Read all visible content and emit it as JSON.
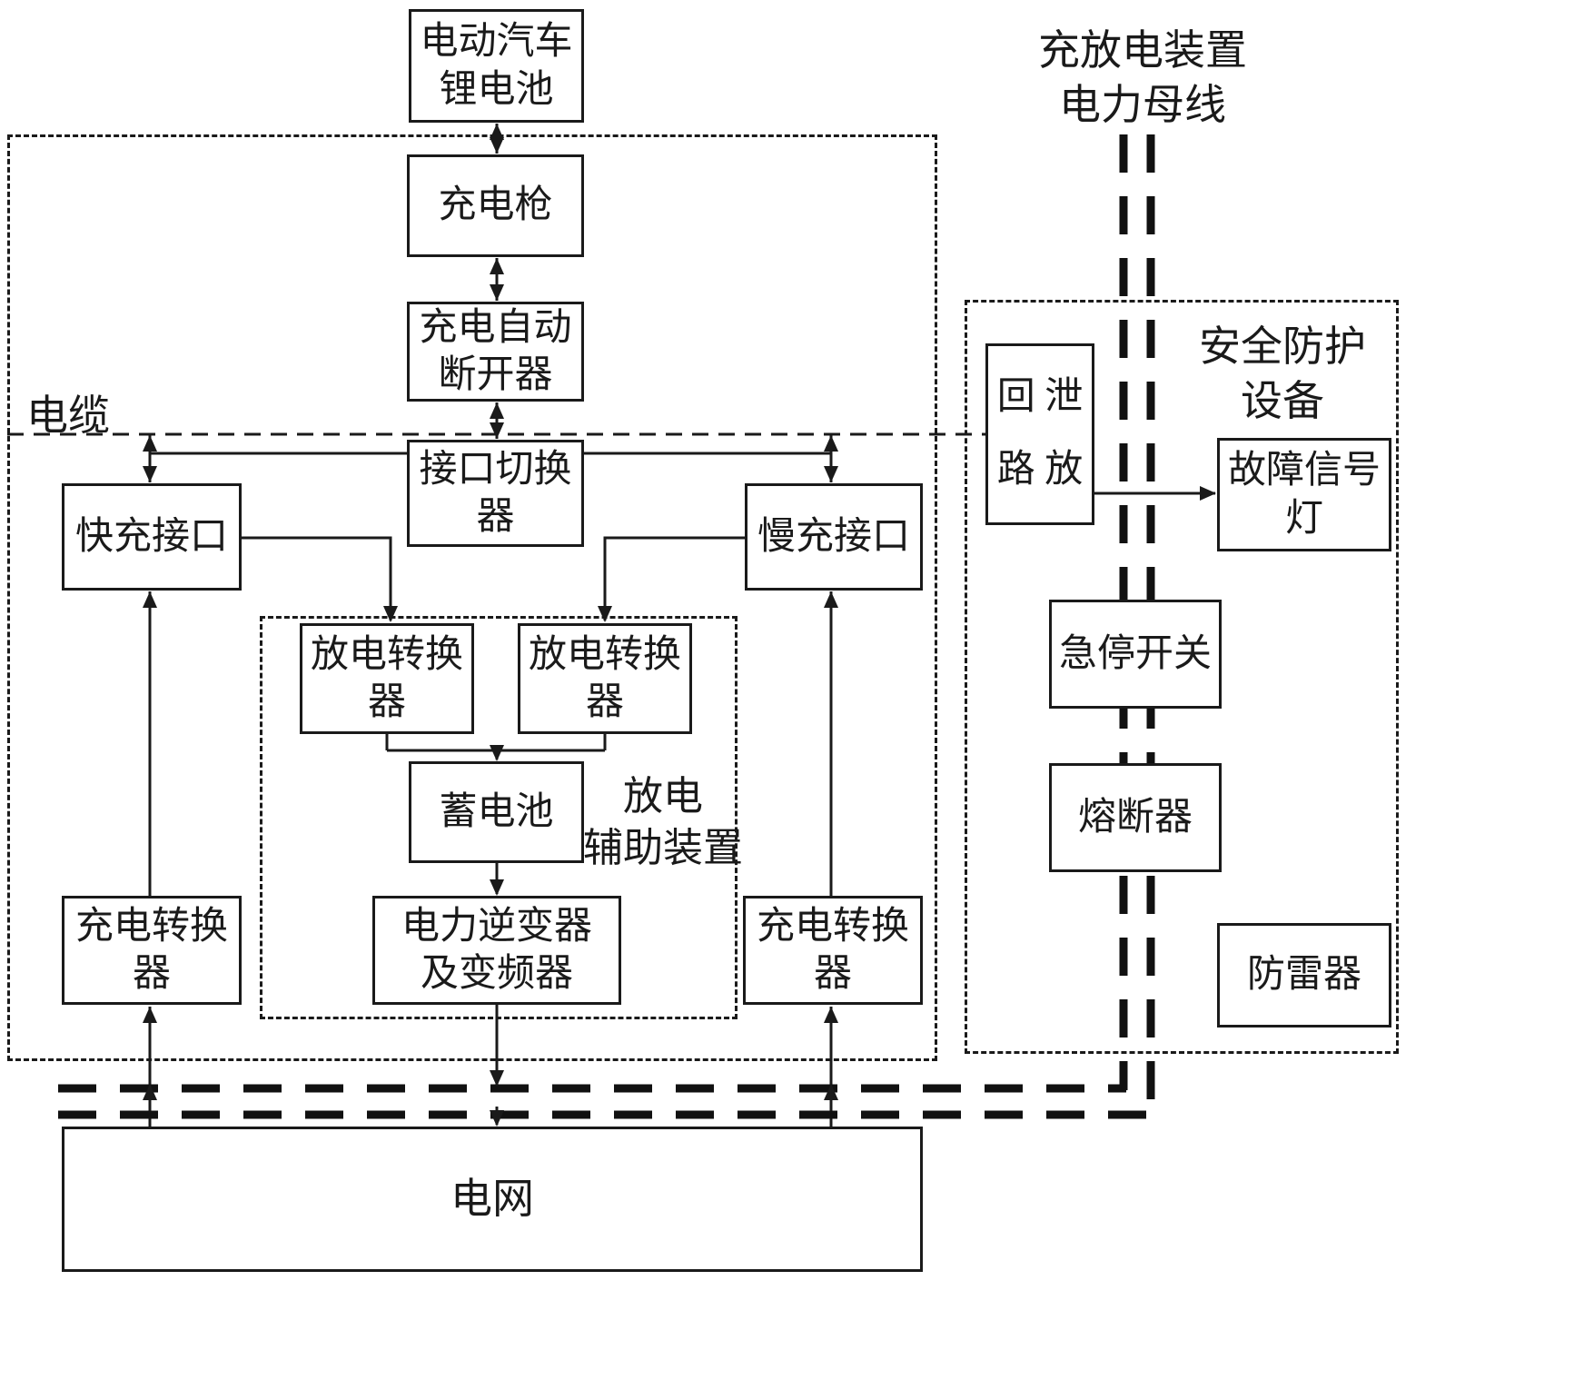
{
  "figure": {
    "background": "#ffffff",
    "line_color": "#1a1a1a",
    "boxes": {
      "ev_battery": {
        "lines": [
          "电动汽车",
          "锂电池"
        ]
      },
      "charging_gun": {
        "lines": [
          "充电枪"
        ]
      },
      "auto_disconnector": {
        "lines": [
          "充电自动",
          "断开器"
        ]
      },
      "interface_switcher": {
        "lines": [
          "接口切换",
          "器"
        ]
      },
      "fast_charge_port": {
        "lines": [
          "快充接口"
        ]
      },
      "slow_charge_port": {
        "lines": [
          "慢充接口"
        ]
      },
      "discharge_converter_left": {
        "lines": [
          "放电转换",
          "器"
        ]
      },
      "discharge_converter_right": {
        "lines": [
          "放电转换",
          "器"
        ]
      },
      "storage_battery": {
        "lines": [
          "蓄电池"
        ]
      },
      "power_inverter": {
        "lines": [
          "电力逆变器",
          "及变频器"
        ]
      },
      "charge_converter_left": {
        "lines": [
          "充电转换",
          "器"
        ]
      },
      "charge_converter_right": {
        "lines": [
          "充电转换",
          "器"
        ]
      },
      "power_grid": {
        "lines": [
          "电网"
        ]
      },
      "bleed_circuit": {
        "lines": [
          "回 泄",
          "路 放"
        ]
      },
      "fault_signal_light": {
        "lines": [
          "故障信号",
          "灯"
        ]
      },
      "emergency_stop_switch": {
        "lines": [
          "急停开关"
        ]
      },
      "fuse": {
        "lines": [
          "熔断器"
        ]
      },
      "lightning_arrester": {
        "lines": [
          "防雷器"
        ]
      }
    },
    "labels": {
      "power_bus": {
        "lines": [
          "充放电装置",
          "电力母线"
        ]
      },
      "safety_equipment": {
        "lines": [
          "安全防护",
          "设备"
        ]
      },
      "cable": {
        "lines": [
          "电缆"
        ]
      },
      "discharge_aux_device": {
        "lines": [
          "放电",
          "辅助装置"
        ]
      }
    },
    "edges": [
      {
        "from": "ev_battery",
        "to": "charging_gun",
        "arrows": "both"
      },
      {
        "from": "charging_gun",
        "to": "auto_disconnector",
        "arrows": "both"
      },
      {
        "from": "auto_disconnector",
        "to": "interface_switcher",
        "arrows": "both"
      },
      {
        "from": "interface_switcher",
        "to": "fast_charge_port",
        "arrows": "both"
      },
      {
        "from": "interface_switcher",
        "to": "slow_charge_port",
        "arrows": "both"
      },
      {
        "from": "fast_charge_port",
        "to": "discharge_converter_left",
        "arrows": "end"
      },
      {
        "from": "slow_charge_port",
        "to": "discharge_converter_right",
        "arrows": "end"
      },
      {
        "from": "discharge_converter_left",
        "to": "storage_battery",
        "arrows": "end"
      },
      {
        "from": "discharge_converter_right",
        "to": "storage_battery",
        "arrows": "end"
      },
      {
        "from": "storage_battery",
        "to": "power_inverter",
        "arrows": "end"
      },
      {
        "from": "power_inverter",
        "to": "power_grid",
        "arrows": "end"
      },
      {
        "from": "power_grid",
        "to": "charge_converter_left",
        "arrows": "end"
      },
      {
        "from": "power_grid",
        "to": "charge_converter_right",
        "arrows": "end"
      },
      {
        "from": "charge_converter_left",
        "to": "fast_charge_port",
        "arrows": "end"
      },
      {
        "from": "charge_converter_right",
        "to": "slow_charge_port",
        "arrows": "end"
      },
      {
        "from": "bleed_circuit",
        "to": "fault_signal_light",
        "arrows": "end"
      }
    ]
  }
}
